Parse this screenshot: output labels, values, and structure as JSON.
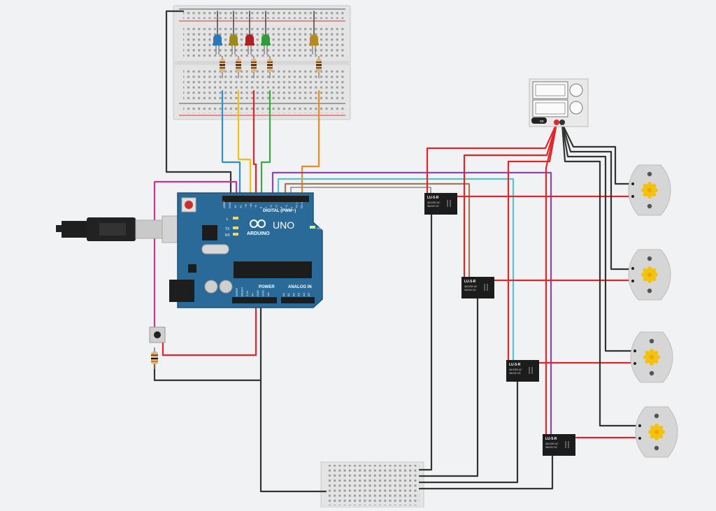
{
  "colors": {
    "background": "#f1f2f4",
    "board": "#2a6a98",
    "wire_red": "#e0262a",
    "wire_black": "#333333",
    "wire_blue": "#2f8fd6",
    "wire_yellow": "#f2c10f",
    "wire_red_led": "#d9252b",
    "wire_green": "#39a845",
    "wire_orange": "#ef8b1e",
    "wire_purple": "#8e47a8",
    "wire_cyan": "#57c3d6",
    "wire_brown": "#a57a52",
    "wire_magenta": "#c7358f",
    "motor_gear": "#f4c20d"
  },
  "arduino": {
    "brand": "ARDUINO",
    "model": "UNO",
    "digital_label": "DIGITAL (PWM~)",
    "power_label": "POWER",
    "analog_label": "ANALOG IN",
    "led_l": "L",
    "led_tx": "TX",
    "led_rx": "RX",
    "on_label": "ON",
    "aref_label": "AREF",
    "gnd_label": "GND",
    "digital_pins": [
      "13",
      "12",
      "~11",
      "~10",
      "~9",
      "8",
      "7",
      "~6",
      "~5",
      "4",
      "~3",
      "2",
      "TX 1",
      "RX 0"
    ],
    "power_pins": [
      "IOREF",
      "RESET",
      "3.3V",
      "5V",
      "GND",
      "GND",
      "Vin"
    ],
    "analog_pins": [
      "A0",
      "A1",
      "A2",
      "A3",
      "A4",
      "A5"
    ]
  },
  "leds": [
    {
      "name": "led-blue",
      "color": "#2b77b8"
    },
    {
      "name": "led-olive",
      "color": "#9a8a1e"
    },
    {
      "name": "led-red",
      "color": "#b0201f"
    },
    {
      "name": "led-green",
      "color": "#2f9c3a"
    },
    {
      "name": "led-amber",
      "color": "#b58a1e"
    }
  ],
  "relays": [
    {
      "title": "LU-5-R",
      "line1": "3A/125V AC",
      "line2": "3A/24V DC"
    },
    {
      "title": "LU-5-R",
      "line1": "3A/125V AC",
      "line2": "3A/24V DC"
    },
    {
      "title": "LU-5-R",
      "line1": "3A/125V AC",
      "line2": "3A/24V DC"
    },
    {
      "title": "LU-5-R",
      "line1": "3A/125V AC",
      "line2": "3A/24V DC"
    }
  ],
  "power_supply": {
    "switch_label": "on"
  },
  "motors": [
    {
      "name": "dc-motor-1"
    },
    {
      "name": "dc-motor-2"
    },
    {
      "name": "dc-motor-3"
    },
    {
      "name": "dc-motor-4"
    }
  ]
}
